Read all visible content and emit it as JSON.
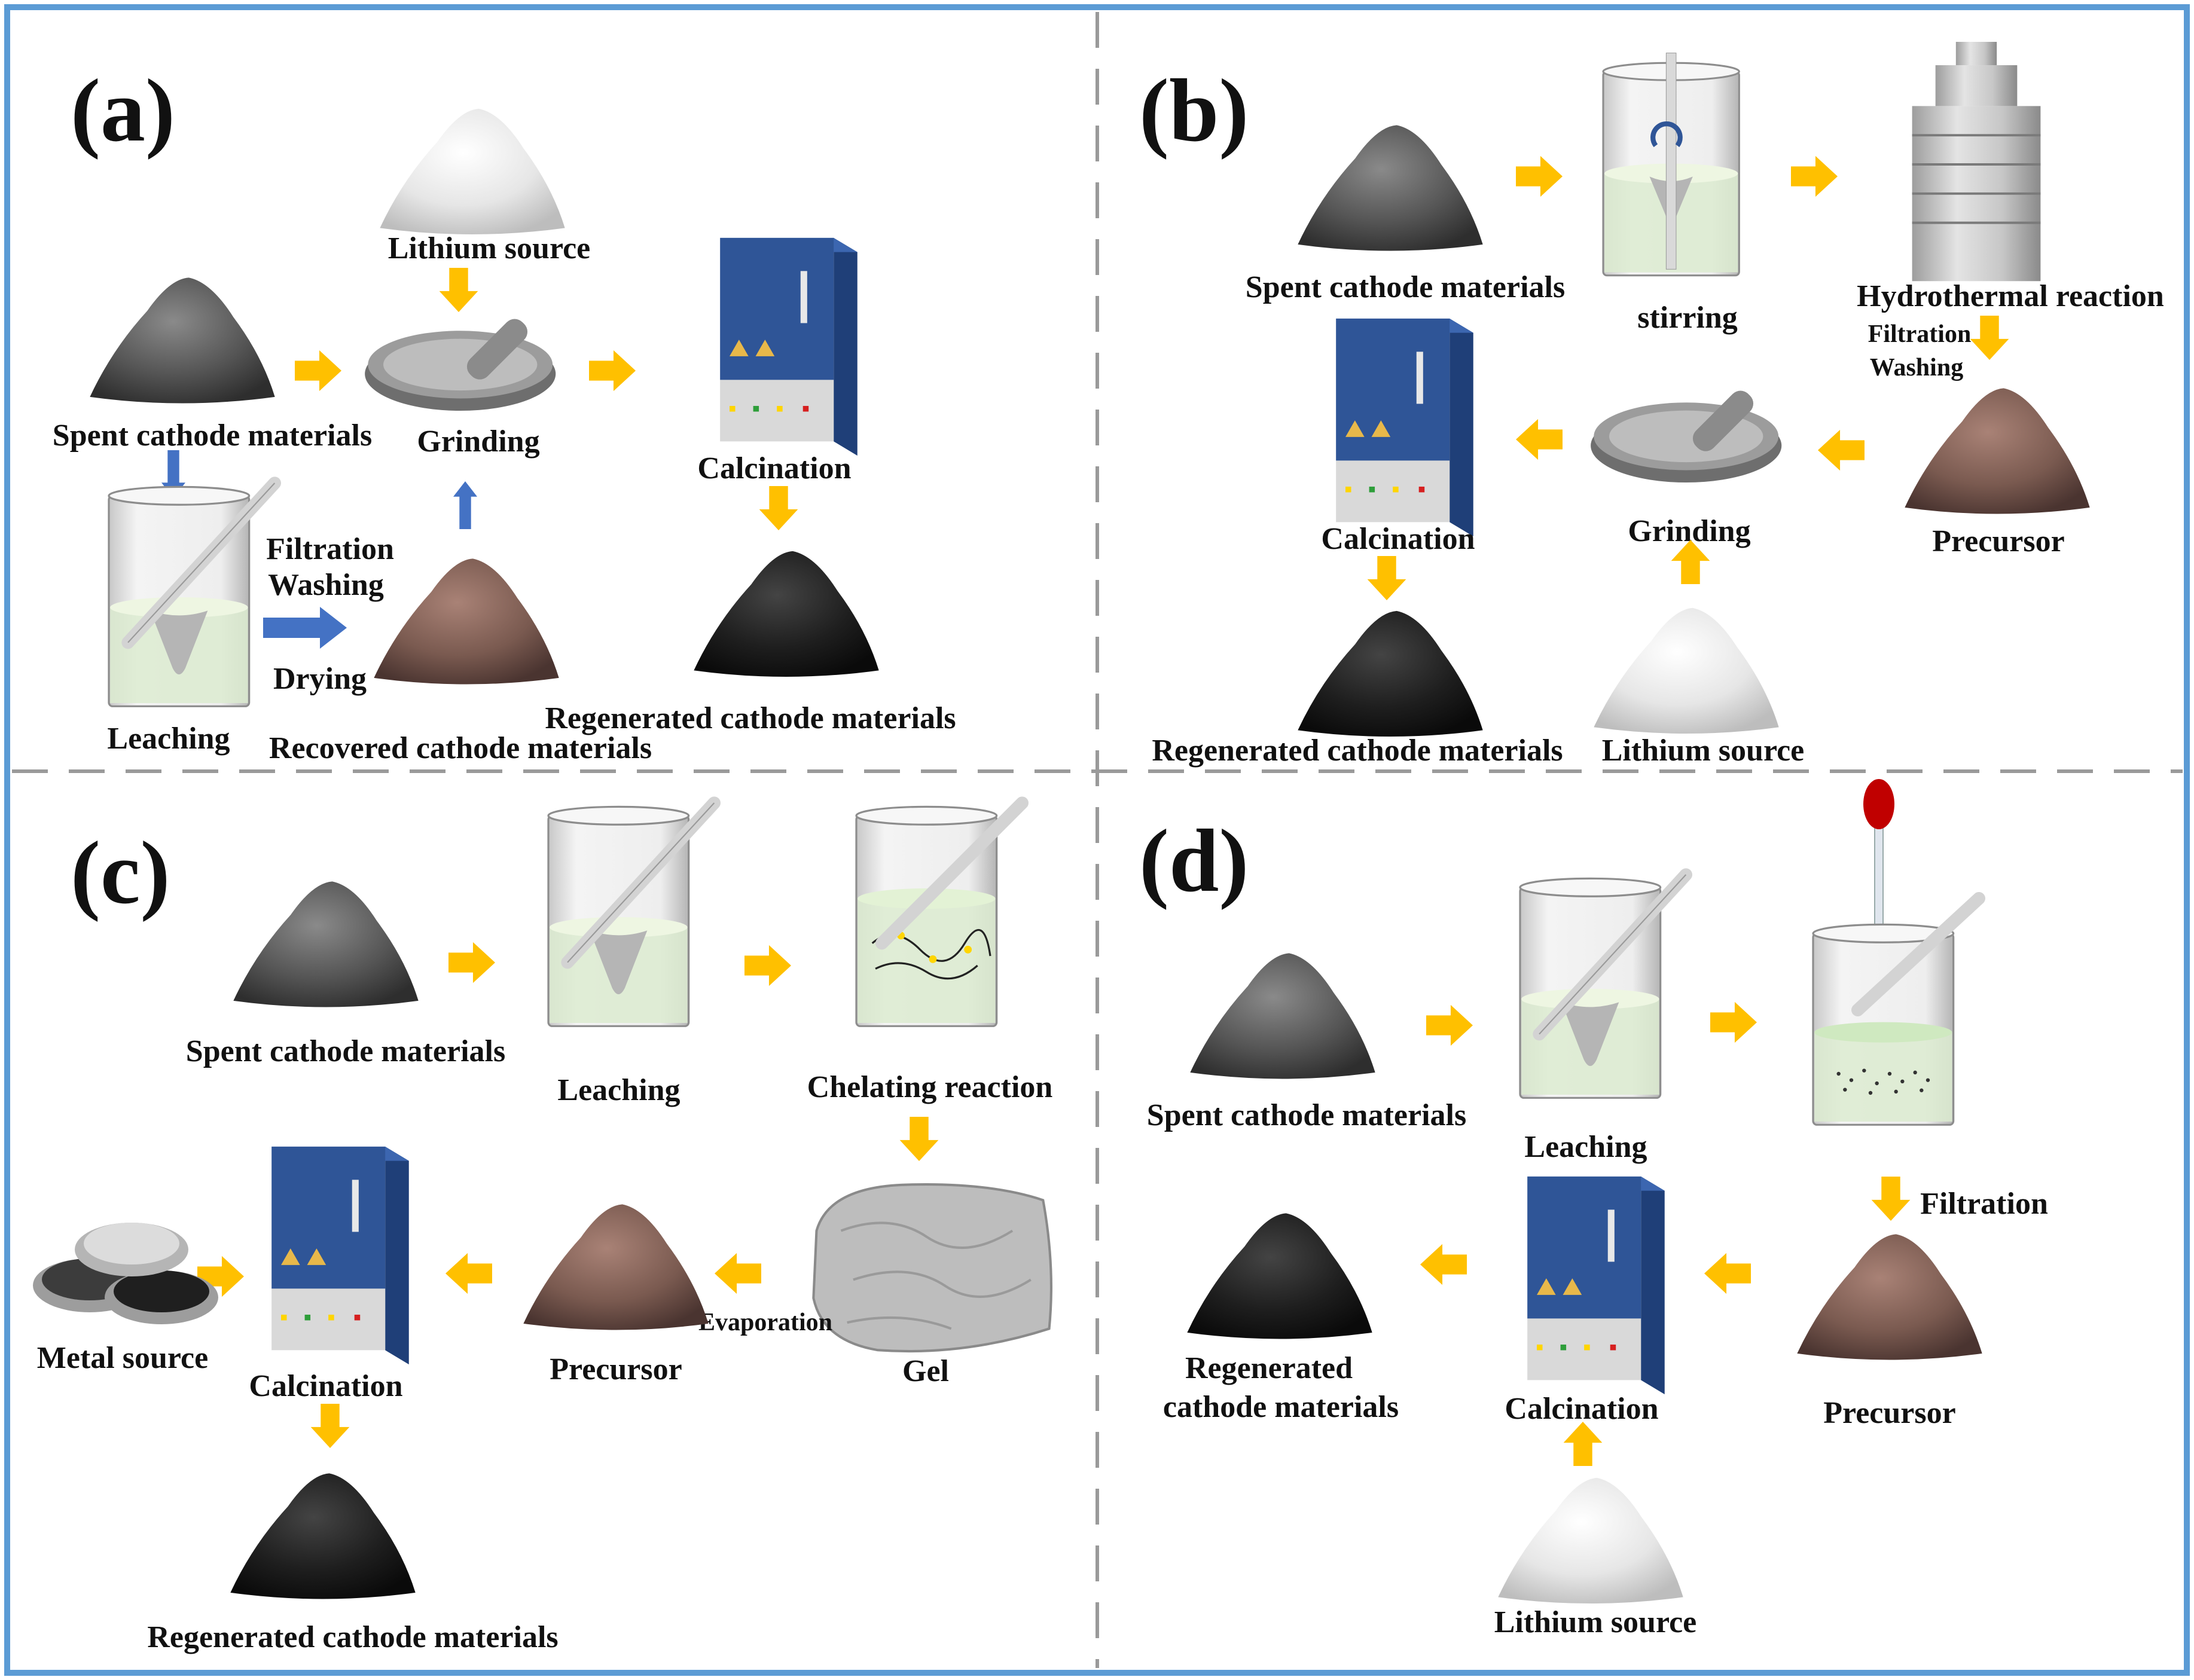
{
  "panels": {
    "a": {
      "letter": "(a)",
      "spent": "Spent cathode materials",
      "lithium": "Lithium source",
      "grinding": "Grinding",
      "calcination": "Calcination",
      "leaching": "Leaching",
      "filtration": "Filtration",
      "washing": "Washing",
      "drying": "Drying",
      "recovered": "Recovered cathode materials",
      "regenerated": "Regenerated cathode materials"
    },
    "b": {
      "letter": "(b)",
      "spent": "Spent cathode materials",
      "stirring": "stirring",
      "hydrothermal": "Hydrothermal reaction",
      "filtration": "Filtration",
      "washing": "Washing",
      "precursor": "Precursor",
      "grinding": "Grinding",
      "calcination": "Calcination",
      "regenerated": "Regenerated cathode materials",
      "lithium": "Lithium source"
    },
    "c": {
      "letter": "(c)",
      "spent": "Spent cathode materials",
      "leaching": "Leaching",
      "chelating": "Chelating reaction",
      "gel": "Gel",
      "evaporation": "Evaporation",
      "precursor": "Precursor",
      "calcination": "Calcination",
      "metal": "Metal source",
      "regenerated": "Regenerated cathode materials"
    },
    "d": {
      "letter": "(d)",
      "spent": "Spent cathode materials",
      "leaching": "Leaching",
      "filtration": "Filtration",
      "precursor": "Precursor",
      "calcination": "Calcination",
      "regenerated_1": "Regenerated",
      "regenerated_2": "cathode materials",
      "lithium": "Lithium source"
    }
  },
  "colors": {
    "border": "#5b9bd5",
    "divider": "#9a9a9a",
    "arrow_yellow": "#ffc000",
    "arrow_blue": "#4472c4",
    "furnace": "#2f5597",
    "powder_gray": "#5a5a5a",
    "powder_brown": "#7a5a50",
    "powder_black": "#1e1e1e",
    "powder_white": "#e6e6e6",
    "solution": "#e6f2d8"
  }
}
